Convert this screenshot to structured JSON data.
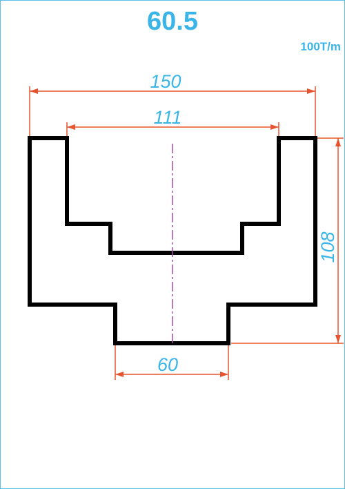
{
  "title": "60.5",
  "capacity": "100T/m",
  "dimensions": {
    "overall_width": "150",
    "inner_width": "111",
    "height": "108",
    "bottom_width": "60"
  },
  "colors": {
    "frame": "#5bbfe6",
    "text": "#3bb5e8",
    "dimension_line": "#e8532f",
    "profile": "#000000",
    "centerline": "#a64ca6"
  }
}
